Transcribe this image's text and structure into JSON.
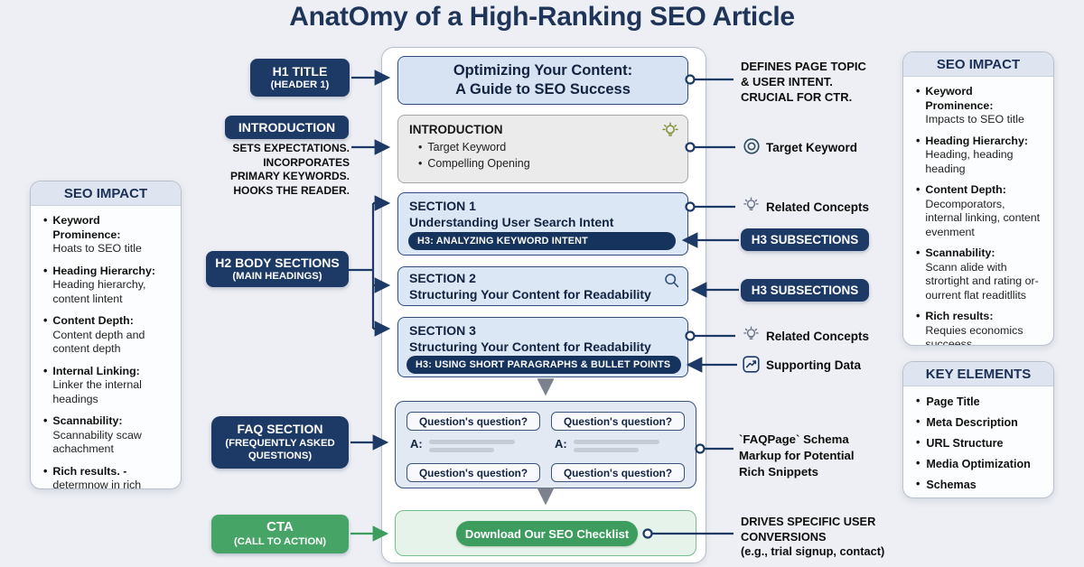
{
  "title": "AnatOmy of a High-Ranking SEO Article",
  "left_labels": {
    "h1_title": {
      "line1": "H1 TITLE",
      "line2": "(HEADER 1)"
    },
    "introduction": {
      "label": "INTRODUCTION",
      "note_lines": [
        "SETS EXPECTATIONS.",
        "INCORPORATES",
        "PRIMARY KEYWORDS.",
        "HOOKS THE READER."
      ]
    },
    "h2_body": {
      "line1": "H2 BODY SECTIONS",
      "line2": "(MAIN HEADINGS)"
    },
    "faq": {
      "line1": "FAQ SECTION",
      "line2": "(FREQUENTLY ASKED",
      "line3": "QUESTIONS)"
    },
    "cta": {
      "line1": "CTA",
      "line2": "(CALL TO ACTION)"
    }
  },
  "left_impact": {
    "title": "SEO IMPACT",
    "items": [
      {
        "head": "Keyword Prominence:",
        "body": "Hoats to SEO title"
      },
      {
        "head": "Heading Hierarchy:",
        "body": "Heading hierarchy, content lintent"
      },
      {
        "head": "Content Depth:",
        "body": "Content depth and content depth"
      },
      {
        "head": "Internal Linking:",
        "body": "Linker the internal headings"
      },
      {
        "head": "Scannability:",
        "body": "Scannability scaw achachment"
      },
      {
        "head": "Rich results. -",
        "body": "determnow in rich results"
      }
    ]
  },
  "article": {
    "title_line1": "Optimizing Your Content:",
    "title_line2": "A Guide to SEO Success",
    "intro": {
      "title": "INTRODUCTION",
      "bullets": [
        "Target Keyword",
        "Compelling Opening"
      ]
    },
    "section1": {
      "label": "SECTION 1",
      "heading": "Understanding User Search Intent",
      "h3": "H3: ANALYZING KEYWORD INTENT"
    },
    "section2": {
      "label": "SECTION 2",
      "heading": "Structuring Your Content for Readability"
    },
    "section3": {
      "label": "SECTION 3",
      "heading": "Structuring Your Content for Readability",
      "h3": "H3: USING SHORT PARAGRAPHS & BULLET POINTS"
    },
    "faq": {
      "question_label": "Question's question?",
      "answer_label": "A:"
    },
    "cta_button": "Download Our SEO Checklist"
  },
  "right_callouts": {
    "title_note": [
      "DEFINES PAGE TOPIC",
      "& USER INTENT.",
      "CRUCIAL FOR CTR."
    ],
    "target_keyword": "Target Keyword",
    "related_concepts_1": "Related Concepts",
    "h3_subsections_1": "H3 SUBSECTIONS",
    "h3_subsections_2": "H3 SUBSECTIONS",
    "related_concepts_2": "Related Concepts",
    "supporting_data": "Supporting Data",
    "faq_schema": [
      "`FAQPage` Schema",
      "Markup for Potential",
      "Rich Snippets"
    ],
    "cta_note": [
      "DRIVES SPECIFIC USER",
      "CONVERSIONS",
      "(e.g., trial signup, contact)"
    ]
  },
  "right_impact": {
    "title": "SEO IMPACT",
    "items": [
      {
        "head": "Keyword Prominence:",
        "body": "Impacts to SEO title"
      },
      {
        "head": "Heading Hierarchy:",
        "body": "Heading, heading heading"
      },
      {
        "head": "Content Depth:",
        "body": "Decomporators, internal linking, content evenment"
      },
      {
        "head": "Scannability:",
        "body": "Scann alide with strortight and rating or-ourrent flat readitllits"
      },
      {
        "head": "Rich results:",
        "body": "Requies economics succeess"
      }
    ]
  },
  "key_elements": {
    "title": "KEY ELEMENTS",
    "items": [
      "Page Title",
      "Meta Description",
      "URL Structure",
      "Media Optimization",
      "Schemas"
    ]
  },
  "colors": {
    "navy": "#1d3a66",
    "section_blue": "#dbe7f5",
    "green_button": "#3c9d5f",
    "green_label": "#46a566",
    "background": "#edeff4"
  }
}
